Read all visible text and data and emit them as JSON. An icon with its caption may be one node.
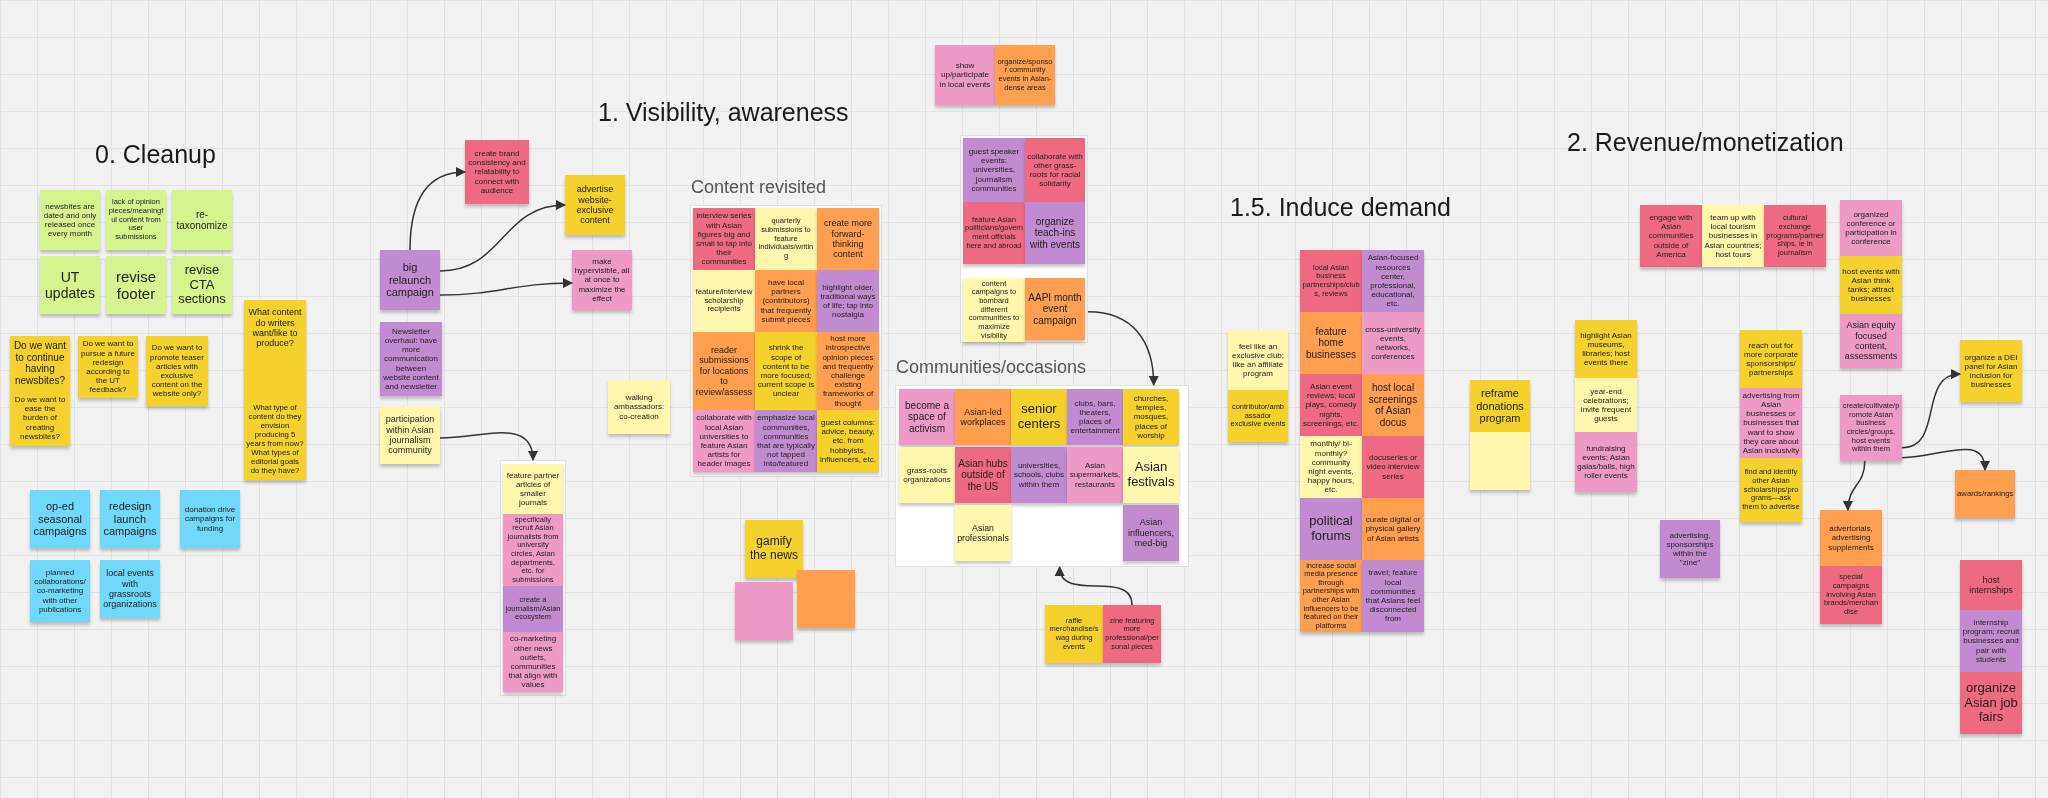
{
  "diagram": {
    "nodes": [
      {
        "text": [
          "newsbites are dated and only released once every month"
        ]
      },
      {
        "text": [
          "lack of opinion pieces/meaningful content from user submissions"
        ]
      },
      {
        "text": [
          "re-taxonomize"
        ]
      },
      {
        "text": [
          "UT updates"
        ]
      },
      {
        "text": [
          "revise footer"
        ]
      },
      {
        "text": [
          "revise CTA sections"
        ]
      },
      {
        "text": [
          "Do we want to continue having newsbites?"
        ]
      },
      {
        "text": [
          "Do we want to ease the burden of creating newsbites?"
        ]
      },
      {
        "text": [
          "Do we want to pursue a future redesign according to the UT feedback?"
        ]
      },
      {
        "text": [
          "Do we want to promote teaser articles with exclusive content on the website only?"
        ]
      },
      {
        "text": [
          "What content do writers want/like to produce?"
        ]
      },
      {
        "text": [],
        "shape": "box"
      },
      {
        "text": [
          "What type of content do they envision producing 5 years from now? What types of editorial goals do they have?"
        ]
      },
      {
        "text": [
          "op-ed seasonal campaigns"
        ]
      },
      {
        "text": [
          "redesign launch campaigns"
        ]
      },
      {
        "text": [
          "donation drive campaigns for funding"
        ]
      },
      {
        "text": [
          "planned collaborations/ co-marketing with other publications"
        ]
      },
      {
        "text": [
          "local events with grassroots organizations"
        ]
      },
      {
        "text": [
          "big relaunch campaign"
        ]
      },
      {
        "text": [
          "create brand consistency and relatability to connect with audience"
        ]
      },
      {
        "text": [
          "advertise website-exclusive content"
        ]
      },
      {
        "text": [
          "make hypervisible, all at once to maximize the effect"
        ]
      },
      {
        "text": [
          "Newsletter overhaul: have more communication between website content and newsletter"
        ]
      },
      {
        "text": [
          "participation within Asian journalism community"
        ]
      },
      {
        "text": [
          "walking ambassadors: co-creation"
        ]
      },
      {
        "text": [],
        "shape": "box"
      },
      {
        "text": [
          "feature partner articles of smaller journals"
        ],
        "in": 25
      },
      {
        "text": [
          "specifically recruit Asian journalists from university circles, Asian departments, etc. for submissions"
        ],
        "in": 25
      },
      {
        "text": [
          "create a journalism/Asian ecosystem"
        ],
        "in": 25
      },
      {
        "text": [
          "co-marketing other news outlets, communities that align with values"
        ],
        "in": 25
      },
      {
        "text": [
          "Content revisited"
        ]
      },
      {
        "text": [
          "interview series with Asian figures big and small to tap into their communities"
        ],
        "in": 30
      },
      {
        "text": [
          "quarterly submissions to feature individuals/writing"
        ],
        "in": 30
      },
      {
        "text": [
          "create more forward-thinking content"
        ],
        "in": 30
      },
      {
        "text": [
          "feature/interview scholarship recipients"
        ],
        "in": 30
      },
      {
        "text": [
          "have local partners (contributors) that frequently submit pieces"
        ],
        "in": 30
      },
      {
        "text": [
          "highlight older, traditional ways of life; tap into nostalgia"
        ],
        "in": 30
      },
      {
        "text": [
          "reader submissions for locations to review/assess"
        ],
        "in": 30
      },
      {
        "text": [
          "shrink the scope of content to be more focused; current scope is unclear"
        ],
        "in": 30
      },
      {
        "text": [
          "host more introspective opinion pieces and frequently challenge existing frameworks of thought"
        ],
        "in": 30
      },
      {
        "text": [
          "collaborate with local Asian universities to feature Asian artists for header images"
        ],
        "in": 30
      },
      {
        "text": [
          "emphasize local communities, communities that are typically not tapped into/featured"
        ],
        "in": 30
      },
      {
        "text": [
          "guest columns: advice, beauty, etc. from hobbyists, influencers, etc."
        ],
        "in": 30
      },
      {
        "text": [
          "gamify the news"
        ]
      },
      {
        "text": [],
        "shape": "box"
      },
      {
        "text": [],
        "shape": "box"
      },
      {
        "text": [
          "show up/participate in local events"
        ]
      },
      {
        "text": [
          "organize/sponsor community events in Asian-dense areas"
        ]
      },
      {
        "text": [],
        "shape": "box"
      },
      {
        "text": [
          "guest speaker events: universities, journalism communities"
        ],
        "in": 48
      },
      {
        "text": [
          "collaborate with other grass-roots for racial solidarity"
        ],
        "in": 48
      },
      {
        "text": [
          "feature Asian politicians/government officials here and abroad"
        ],
        "in": 48
      },
      {
        "text": [
          "organize teach-ins with events"
        ],
        "in": 48
      },
      {
        "text": [
          "content campaigns to bombard different communities to maximize visibility"
        ],
        "in": 48
      },
      {
        "text": [
          "AAPI month event campaign"
        ],
        "in": 48
      },
      {
        "text": [
          "Communities/occasions"
        ]
      },
      {
        "text": [
          "become a space of activism"
        ],
        "in": 55
      },
      {
        "text": [
          "Asian-led workplaces"
        ],
        "in": 55
      },
      {
        "text": [
          "senior centers"
        ],
        "in": 55
      },
      {
        "text": [
          "clubs, bars, theaters, places of entertainment"
        ],
        "in": 55
      },
      {
        "text": [
          "churches, temples, mosques, places of worship"
        ],
        "in": 55
      },
      {
        "text": [
          "grass-roots organizations"
        ],
        "in": 55
      },
      {
        "text": [
          "Asian hubs outside of the US"
        ],
        "in": 55
      },
      {
        "text": [
          "universities, schools, clubs within them"
        ],
        "in": 55
      },
      {
        "text": [
          "Asian supermarkets, restaurants"
        ],
        "in": 55
      },
      {
        "text": [
          "Asian festivals"
        ],
        "in": 55
      },
      {
        "text": [
          "Asian professionals"
        ],
        "in": 55
      },
      {
        "text": [
          "Asian influencers, med-big"
        ],
        "in": 55
      },
      {
        "text": [
          "raffle merchandise/swag during events"
        ]
      },
      {
        "text": [
          "zine featuring more professional/personal pieces"
        ]
      },
      {
        "text": [
          "feel like an exclusive club; like an affiliate program"
        ]
      },
      {
        "text": [
          "contributor/ambassador exclusive events"
        ]
      },
      {
        "text": [
          "local Asian business partnerships/clubs, reviews"
        ]
      },
      {
        "text": [
          "Asian-focused resources center, professional, educational, etc."
        ]
      },
      {
        "text": [
          "feature home businesses"
        ]
      },
      {
        "text": [
          "cross-university events, networks, conferences"
        ]
      },
      {
        "text": [
          "Asian event reviews; local plays, comedy nights, screenings, etc."
        ]
      },
      {
        "text": [
          "host local screenings of Asian docus"
        ]
      },
      {
        "text": [
          "monthly/ bi-monthly? community night events, happy hours, etc."
        ]
      },
      {
        "text": [
          "docuseries or video interview series"
        ]
      },
      {
        "text": [
          "political forums"
        ]
      },
      {
        "text": [
          "curate digital or physical gallery of Asian artists"
        ]
      },
      {
        "text": [
          "increase social media presence through partnerships with other Asian influencers to be featured on their platforms"
        ]
      },
      {
        "text": [
          "travel; feature local communities that Asians feel disconnected from"
        ]
      },
      {
        "text": [
          "reframe donations program"
        ]
      },
      {
        "text": [],
        "shape": "box"
      },
      {
        "text": [
          "engage with Asian communities outside of America"
        ]
      },
      {
        "text": [
          "team up with local tourism businesses in Asian countries; host tours"
        ]
      },
      {
        "text": [
          "cultural exchange programs/partnerships, ie in journalism"
        ]
      },
      {
        "text": [
          "highlight Asian museums, libraries; host events there"
        ]
      },
      {
        "text": [
          "year-end celebrations; invite frequent guests"
        ]
      },
      {
        "text": [
          "fundraising events; Asian galas/balls, high roller events"
        ]
      },
      {
        "text": [
          "advertising, sponsorships within the \"zine\""
        ]
      },
      {
        "text": [
          "reach out for more corporate sponsorships/ partnerships"
        ]
      },
      {
        "text": [
          "advertising from Asian businesses or businesses that want to show they care about Asian inclusivity"
        ]
      },
      {
        "text": [
          "find and identify other Asian scholarships/programs—ask them to advertise"
        ]
      },
      {
        "text": [
          "organized conference or participation in conference"
        ]
      },
      {
        "text": [
          "host events with Asian think tanks; attract businesses"
        ]
      },
      {
        "text": [
          "Asian equity focused content, assessments"
        ]
      },
      {
        "text": [
          "create/cultivate/promote Asian business circles/groups, host events within them"
        ]
      },
      {
        "text": [
          "organize a DEI panel for Asian inclusion for businesses"
        ]
      },
      {
        "text": [
          "awards/rankings"
        ]
      },
      {
        "text": [
          "advertorials, advertising supplements"
        ]
      },
      {
        "text": [
          "special campaigns involving Asian brands/merchandise"
        ]
      },
      {
        "text": [
          "host internships"
        ]
      },
      {
        "text": [
          "internship program; recruit businesses and pair with students"
        ]
      },
      {
        "text": [
          "organize Asian job fairs"
        ]
      }
    ],
    "edges": [
      {
        "from": 18,
        "to": 19,
        "arrow": "to"
      },
      {
        "from": 18,
        "to": 20,
        "arrow": "to"
      },
      {
        "from": 18,
        "to": 21,
        "arrow": "to"
      },
      {
        "from": 23,
        "to": 25,
        "arrow": "to"
      },
      {
        "from": 48,
        "to": 55,
        "arrow": "to"
      },
      {
        "from": 69,
        "to": 55,
        "arrow": "to"
      },
      {
        "from": 99,
        "to": 100,
        "arrow": "to"
      },
      {
        "from": 99,
        "to": 101,
        "arrow": "to"
      },
      {
        "from": 99,
        "to": 102,
        "arrow": "to"
      }
    ],
    "labels": [
      "0. Cleanup",
      "1. Visibility, awareness",
      "1.5. Induce demand",
      "2. Revenue/monetization"
    ]
  }
}
